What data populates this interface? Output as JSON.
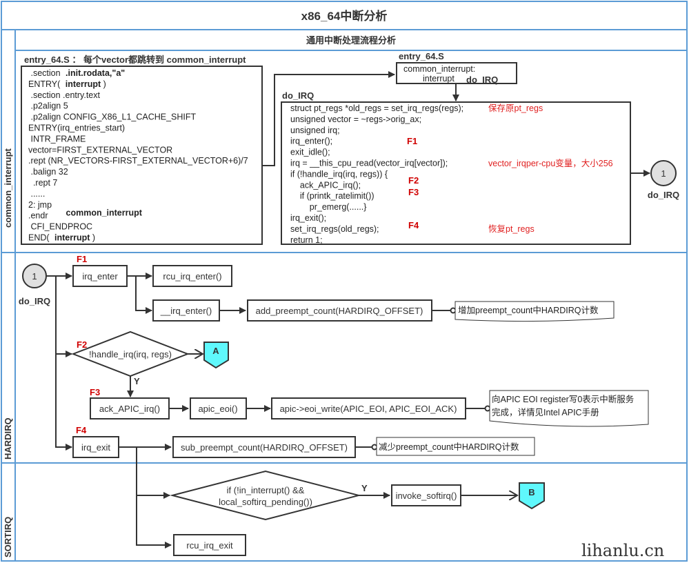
{
  "title": "x86_64中断分析",
  "subtitle": "通用中断处理流程分析",
  "lanes": {
    "common": "common_interrupt",
    "hardirq": "HARDIRQ",
    "softirq": "SORTIRQ"
  },
  "entry_box": {
    "header": "entry_64.S  ：  每个vector都跳转到 common_interrupt",
    "lines": [
      {
        "plain": " .section ",
        "bold": ".init.rodata,\"a\"",
        "tail": ""
      },
      {
        "plain": "ENTRY( ",
        "bold": "interrupt",
        "tail": " )"
      },
      {
        "plain": " .section .entry.text",
        "bold": "",
        "tail": ""
      },
      {
        "plain": " .p2align 5",
        "bold": "",
        "tail": ""
      },
      {
        "plain": " .p2align CONFIG_X86_L1_CACHE_SHIFT",
        "bold": "",
        "tail": ""
      },
      {
        "plain": "ENTRY(irq_entries_start)",
        "bold": "",
        "tail": ""
      },
      {
        "plain": " INTR_FRAME",
        "bold": "",
        "tail": ""
      },
      {
        "plain": "vector=FIRST_EXTERNAL_VECTOR",
        "bold": "",
        "tail": ""
      },
      {
        "plain": ".rept (NR_VECTORS-FIRST_EXTERNAL_VECTOR+6)/7",
        "bold": "",
        "tail": ""
      },
      {
        "plain": " .balign 32",
        "bold": "",
        "tail": ""
      },
      {
        "plain": "  .rept 7",
        "bold": "",
        "tail": ""
      },
      {
        "plain": " ......",
        "bold": "",
        "tail": ""
      },
      {
        "plain": "2: jmp",
        "bold": "",
        "tail": ""
      },
      {
        "plain": ".endr",
        "bold": "common_interrupt",
        "tail": ""
      },
      {
        "plain": " CFI_ENDPROC",
        "bold": "",
        "tail": ""
      },
      {
        "plain": "END( ",
        "bold": "interrupt",
        "tail": " )"
      }
    ]
  },
  "common_box": {
    "header": "entry_64.S",
    "line1": "common_interrupt:",
    "line2_plain": "interrupt",
    "line2_bold": "do_IRQ"
  },
  "do_irq_box": {
    "header": "do_IRQ",
    "lines": [
      "struct pt_regs *old_regs = set_irq_regs(regs);",
      "unsigned vector = ~regs->orig_ax;",
      "unsigned irq;",
      "irq_enter();",
      "exit_idle();",
      "irq = __this_cpu_read(vector_irq[vector]);",
      "if (!handle_irq(irq, regs)) {",
      "    ack_APIC_irq();",
      "    if (printk_ratelimit())",
      "        pr_emerg(......}",
      "irq_exit();",
      "set_irq_regs(old_regs);",
      "return 1;"
    ],
    "markers": [
      "F1",
      "F2",
      "F3",
      "F4"
    ],
    "notes": [
      "保存原pt_regs",
      "vector_irqper-cpu变量，大小256",
      "恢复pt_regs"
    ]
  },
  "connector": {
    "number": "1",
    "label": "do_IRQ"
  },
  "flow": {
    "irq_enter": "irq_enter",
    "rcu_irq_enter": "rcu_irq_enter()",
    "__irq_enter": "__irq_enter()",
    "add_preempt": "add_preempt_count(HARDIRQ_OFFSET)",
    "add_note": "增加preempt_count中HARDIRQ计数",
    "handle_irq": "!handle_irq(irq, regs)",
    "offpage_a": "A",
    "yes": "Y",
    "ack_apic": "ack_APIC_irq()",
    "apic_eoi": "apic_eoi()",
    "eoi_write": "apic->eoi_write(APIC_EOI, APIC_EOI_ACK)",
    "eoi_note_1": "向APIC EOI register写0表示中断服务",
    "eoi_note_2": "完成，详情见Intel APIC手册",
    "irq_exit": "irq_exit",
    "sub_preempt": "sub_preempt_count(HARDIRQ_OFFSET)",
    "sub_note": "减少preempt_count中HARDIRQ计数",
    "softirq_cond_1": "if (!in_interrupt() &&",
    "softirq_cond_2": "local_softirq_pending())",
    "invoke_softirq": "invoke_softirq()",
    "offpage_b": "B",
    "rcu_irq_exit": "rcu_irq_exit"
  },
  "watermark": "lihanlu.cn",
  "colors": {
    "lane": "#5b9bd5",
    "offpage": "#5ff8fc",
    "marker": "#e02020",
    "connector": "#e0e0e0"
  }
}
